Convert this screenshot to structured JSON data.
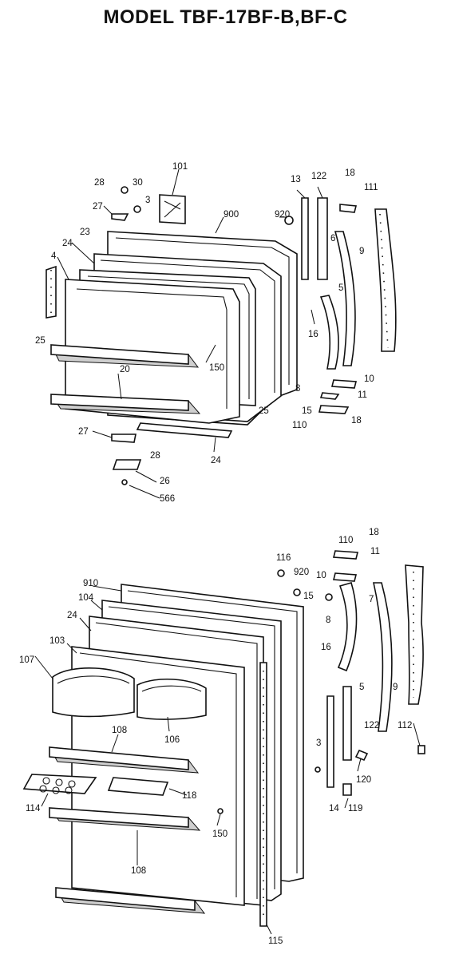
{
  "title": "MODEL TBF-17BF-B,BF-C",
  "freezer_labels": {
    "l28a": "28",
    "l30": "30",
    "l27a": "27",
    "l3a": "3",
    "l101": "101",
    "l900": "900",
    "l920a": "920",
    "l13": "13",
    "l122a": "122",
    "l18a": "18",
    "l111a": "111",
    "l23": "23",
    "l24a": "24",
    "l4": "4",
    "l6a": "6",
    "l9a": "9",
    "l5a": "5",
    "l16a": "16",
    "l25a": "25",
    "l150a": "150",
    "l20": "20",
    "l25b": "25",
    "l10a": "10",
    "l8a": "8",
    "l15a": "15",
    "l11a": "11",
    "l110a": "110",
    "l18b": "18",
    "l27b": "27",
    "l28b": "28",
    "l24b": "24",
    "l26": "26",
    "l566": "566"
  },
  "fresh_food_labels": {
    "l110b": "110",
    "l18c": "18",
    "l11b": "11",
    "l116": "116",
    "l920b": "920",
    "l910": "910",
    "l10b": "10",
    "l104": "104",
    "l15b": "15",
    "l7": "7",
    "l8b": "8",
    "l24c": "24",
    "l103": "103",
    "l16b": "16",
    "l107": "107",
    "l5b": "5",
    "l9b": "9",
    "l108a": "108",
    "l106": "106",
    "l122b": "122",
    "l112": "112",
    "l3b": "3",
    "l120": "120",
    "l114": "114",
    "l118": "118",
    "l14": "14",
    "l119": "119",
    "l150b": "150",
    "l108b": "108",
    "l115": "115"
  }
}
